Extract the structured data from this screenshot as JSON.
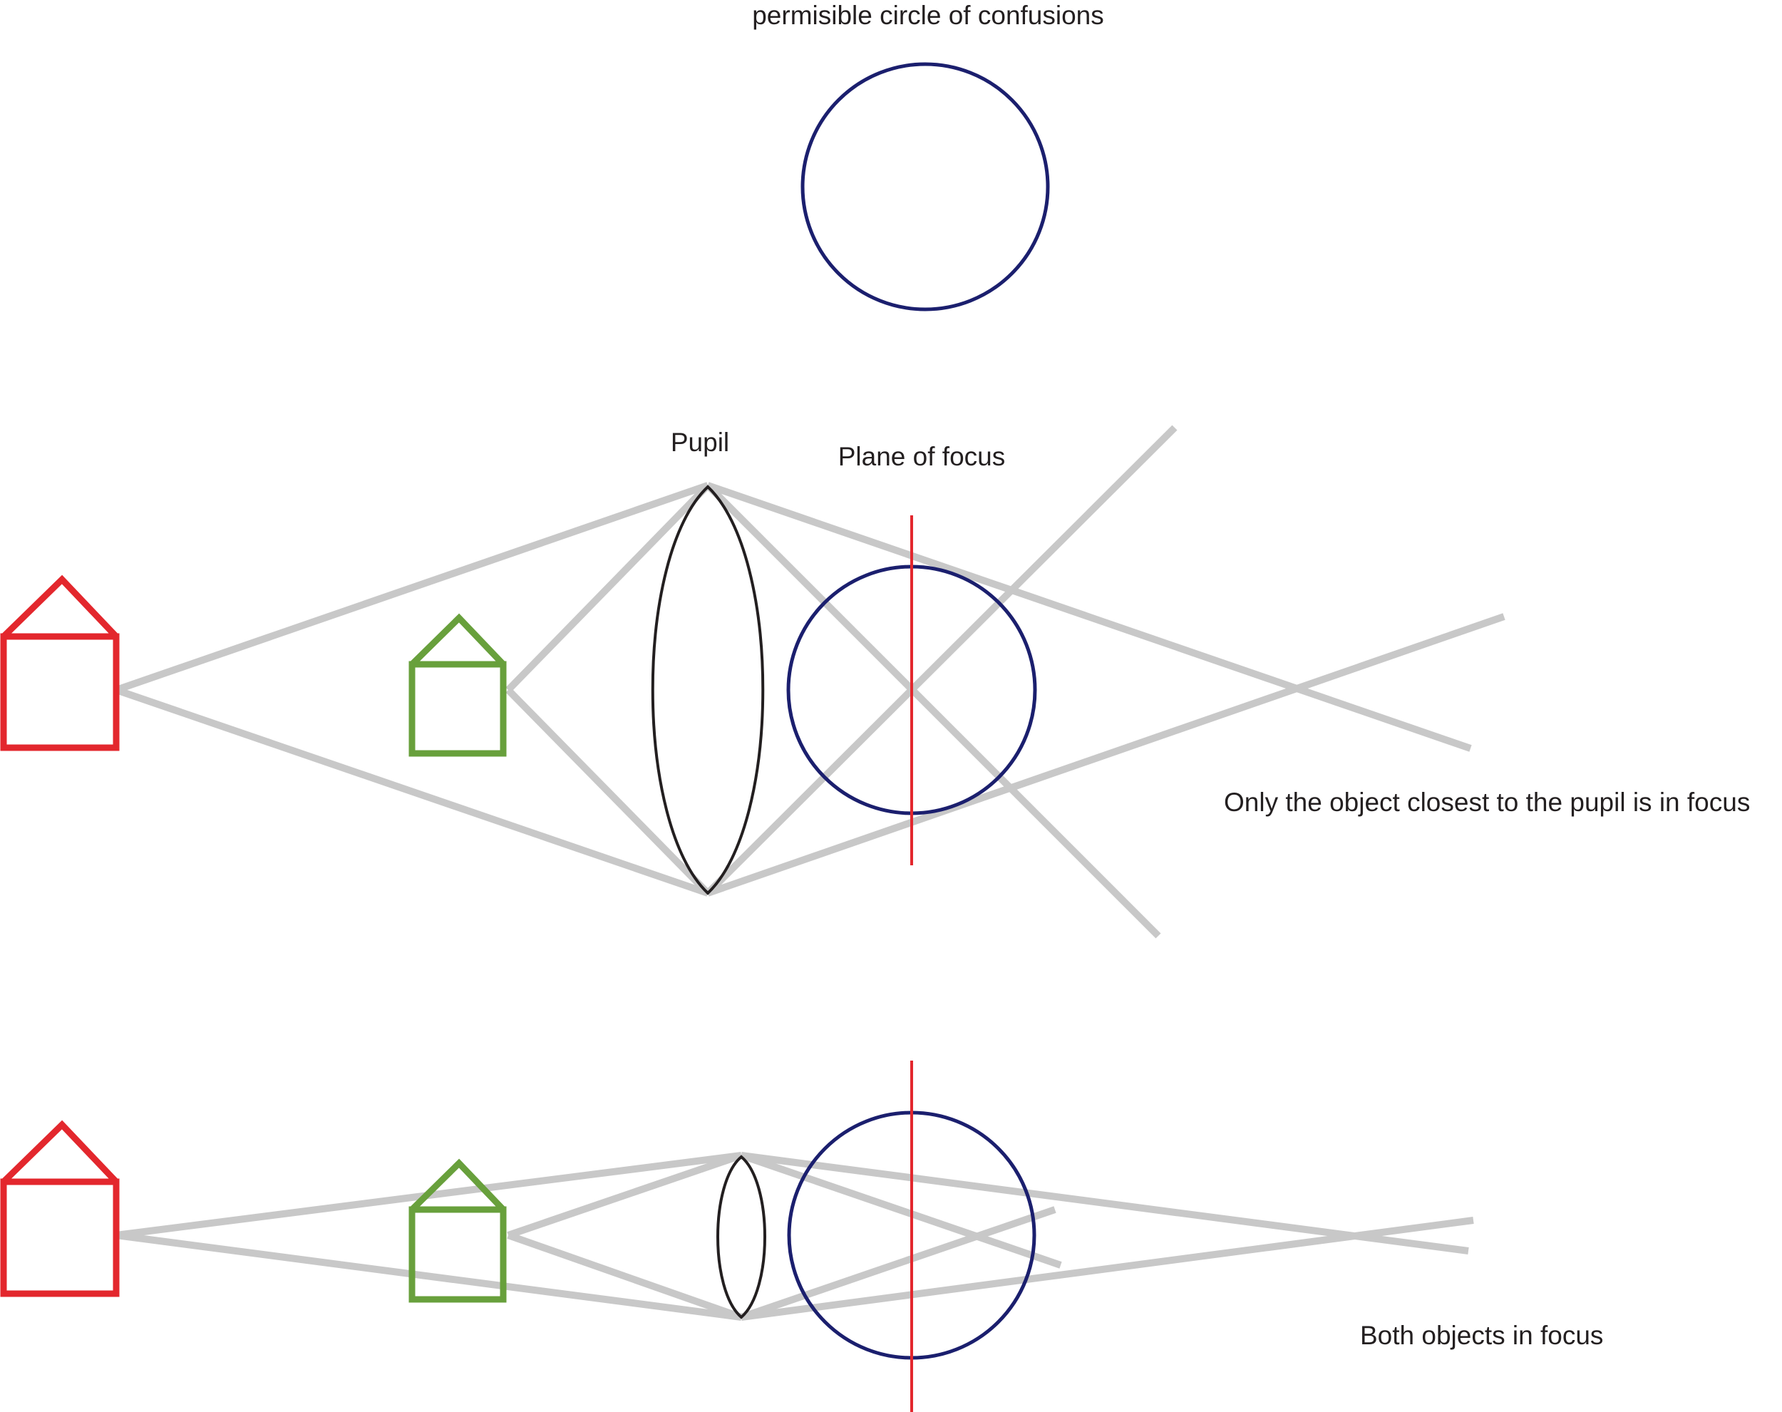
{
  "labels": {
    "coc_title": "permisible circle of confusions",
    "pupil": "Pupil",
    "plane_of_focus": "Plane of focus",
    "caption_top": "Only the object closest to the pupil is in focus",
    "caption_bottom": "Both objects in focus"
  },
  "colors": {
    "far_object": "#e3272d",
    "near_object": "#68a03c",
    "rays": "#c8c8c8",
    "circle_of_confusion": "#1b1f6e",
    "plane_of_focus": "#e3272d",
    "lens": "#231f20"
  },
  "icons": {
    "far_object": "house-outline-red",
    "near_object": "house-outline-green"
  }
}
